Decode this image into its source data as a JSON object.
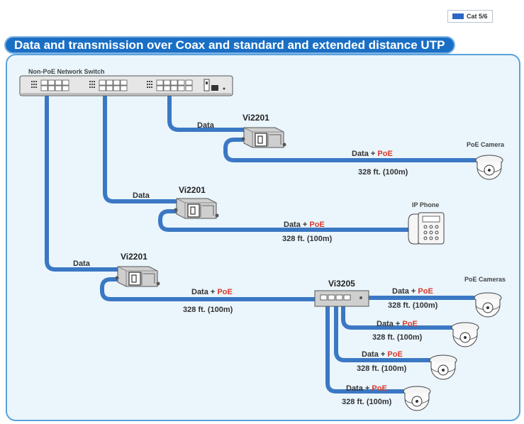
{
  "legend": {
    "label": "Cat 5/6",
    "color": "#2d67c4"
  },
  "title": "Data and transmission over Coax and standard and extended distance UTP",
  "switch": {
    "label": "Non-PoE Network Switch"
  },
  "devices": {
    "vi2201_label": "Vi2201",
    "vi3205_label": "Vi3205",
    "poe_camera_label": "PoE Camera",
    "ip_phone_label": "IP Phone",
    "poe_cameras_label": "PoE Cameras"
  },
  "links": {
    "data": "Data",
    "data_plus": "Data + ",
    "poe": "PoE",
    "distance": "328 ft. (100m)"
  },
  "colors": {
    "cable": "#3b78c4",
    "banner": "#1a6fc5",
    "poe_text": "#d93a2b"
  }
}
